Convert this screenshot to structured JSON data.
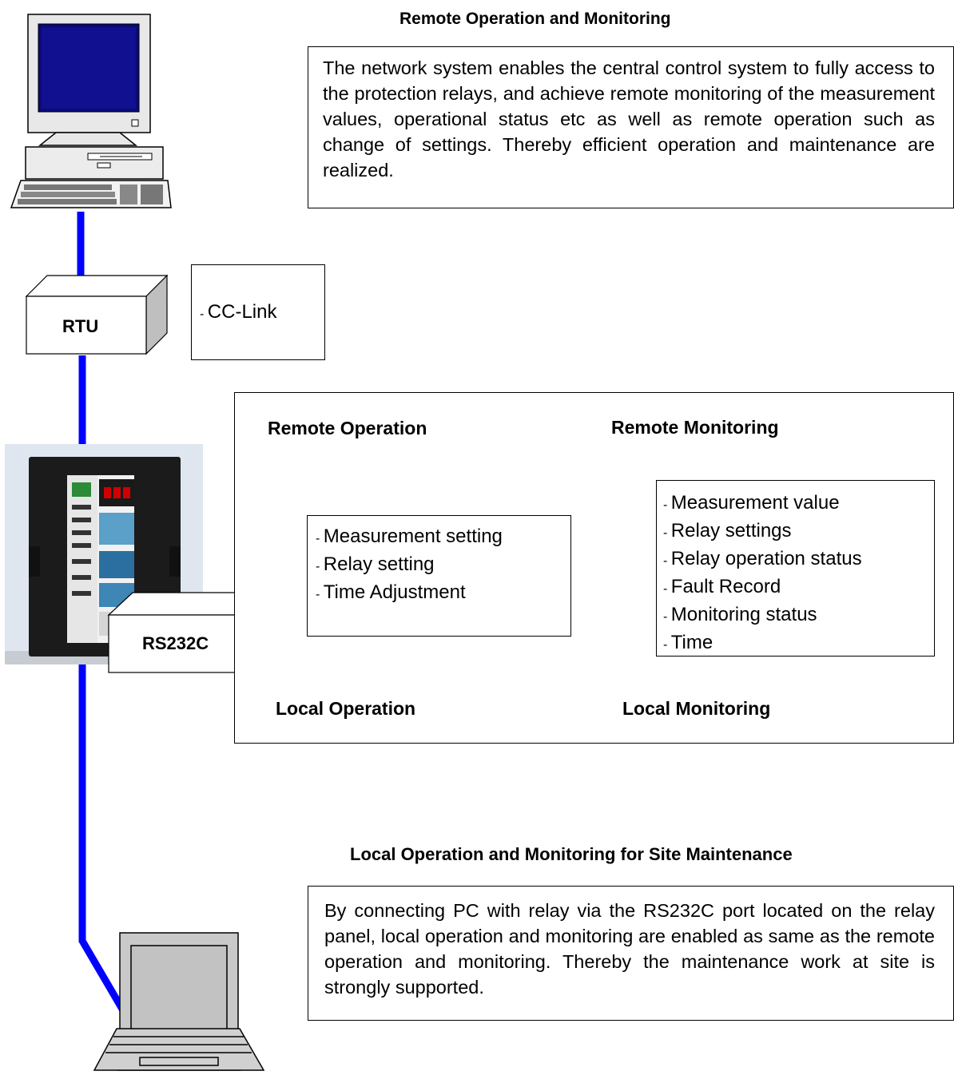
{
  "remote_section": {
    "title": "Remote Operation and Monitoring",
    "description": "The network system enables the central control  system to fully access to the protection relays, and achieve remote monitoring of the measurement values, operational status etc as well as remote operation such as change of settings. Thereby efficient operation and maintenance are realized."
  },
  "rtu": {
    "label": "RTU",
    "protocols": [
      "CC-Link"
    ]
  },
  "operation_panel": {
    "remote_operation_title": "Remote Operation",
    "local_operation_title": "Local Operation",
    "remote_monitoring_title": "Remote Monitoring",
    "local_monitoring_title": "Local Monitoring",
    "operation_items": [
      "Measurement setting",
      "Relay setting",
      "Time Adjustment"
    ],
    "monitoring_items": [
      "Measurement value",
      "Relay settings",
      "Relay operation status",
      "Fault Record",
      "Monitoring status",
      "Time"
    ]
  },
  "rs232c": {
    "label": "RS232C"
  },
  "local_section": {
    "title": "Local Operation and Monitoring for Site Maintenance",
    "description": "By connecting PC with relay via the RS232C port located on the relay panel, local operation and monitoring are enabled as same as the remote operation and monitoring. Thereby the maintenance work at site is strongly supported."
  },
  "colors": {
    "network_line": "#0000ff"
  }
}
